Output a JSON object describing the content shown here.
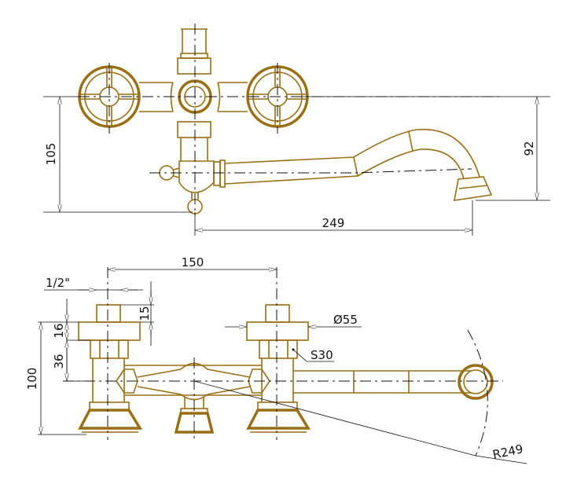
{
  "drawing": {
    "top_view": {
      "dim_height_left": "105",
      "dim_height_right": "92",
      "dim_spout_length": "249"
    },
    "front_view": {
      "dim_center_distance": "150",
      "dim_thread": "1/2\"",
      "dim_stub": "15",
      "dim_flange": "16",
      "dim_hex": "36",
      "dim_height": "100",
      "dim_flange_diameter": "Ø55",
      "dim_hex_size": "S30",
      "dim_swing_radius": "R249"
    },
    "colors": {
      "part": "#9a6e12",
      "dimension": "#111111"
    }
  }
}
